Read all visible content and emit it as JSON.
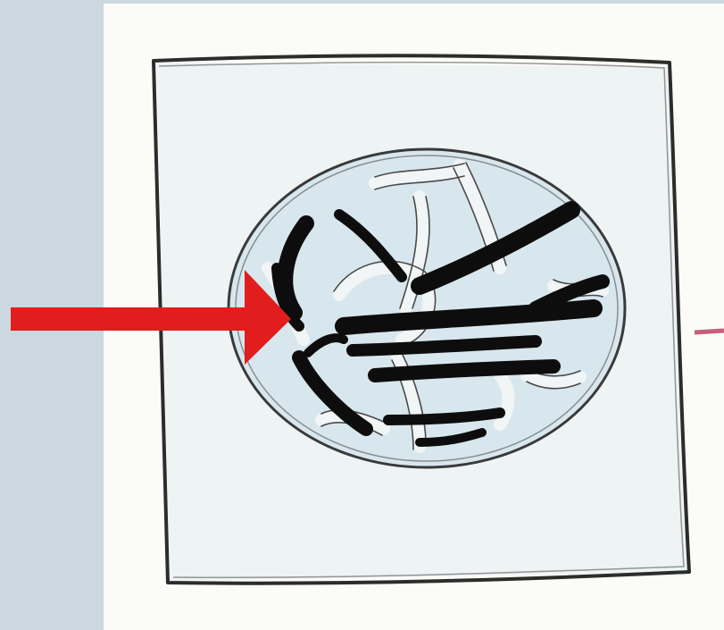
{
  "figure": {
    "kind": "illustration",
    "subject": "cell-with-chromosomes-drawing",
    "pointer": "red-arrow"
  },
  "colors": {
    "page_background": "#ccd8df",
    "panel_background": "#fbfbf8",
    "cell_outline": "#3a3a3a",
    "chromosome_dark": "#0d0d0d",
    "chromosome_light": "#e6edf0",
    "arrow": "#e21d1d",
    "edge_marks": "#c6607a"
  }
}
